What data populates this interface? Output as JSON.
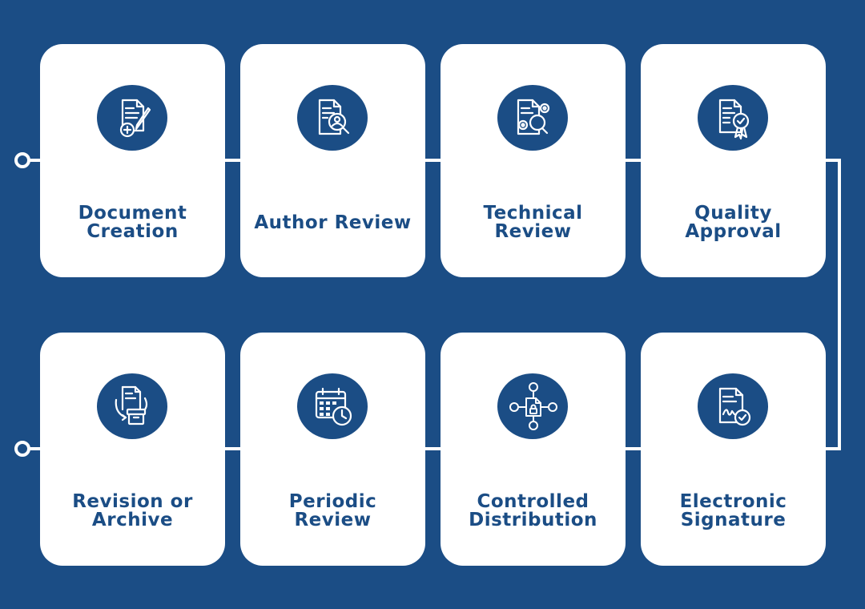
{
  "colors": {
    "background": "#1b4d85",
    "card": "#ffffff",
    "accent": "#1b4d85",
    "connector": "#ffffff"
  },
  "steps": [
    {
      "lines": [
        "Document",
        "Creation"
      ],
      "icon": "document-create-icon"
    },
    {
      "lines": [
        "Author Review"
      ],
      "icon": "document-search-icon"
    },
    {
      "lines": [
        "Technical",
        "Review"
      ],
      "icon": "document-settings-icon"
    },
    {
      "lines": [
        "Quality",
        "Approval"
      ],
      "icon": "document-approval-icon"
    },
    {
      "lines": [
        "Revision or",
        "Archive"
      ],
      "icon": "archive-icon"
    },
    {
      "lines": [
        "Periodic",
        "Review"
      ],
      "icon": "calendar-clock-icon"
    },
    {
      "lines": [
        "Controlled",
        "Distribution"
      ],
      "icon": "distribution-network-icon"
    },
    {
      "lines": [
        "Electronic",
        "Signature"
      ],
      "icon": "e-signature-icon"
    }
  ]
}
